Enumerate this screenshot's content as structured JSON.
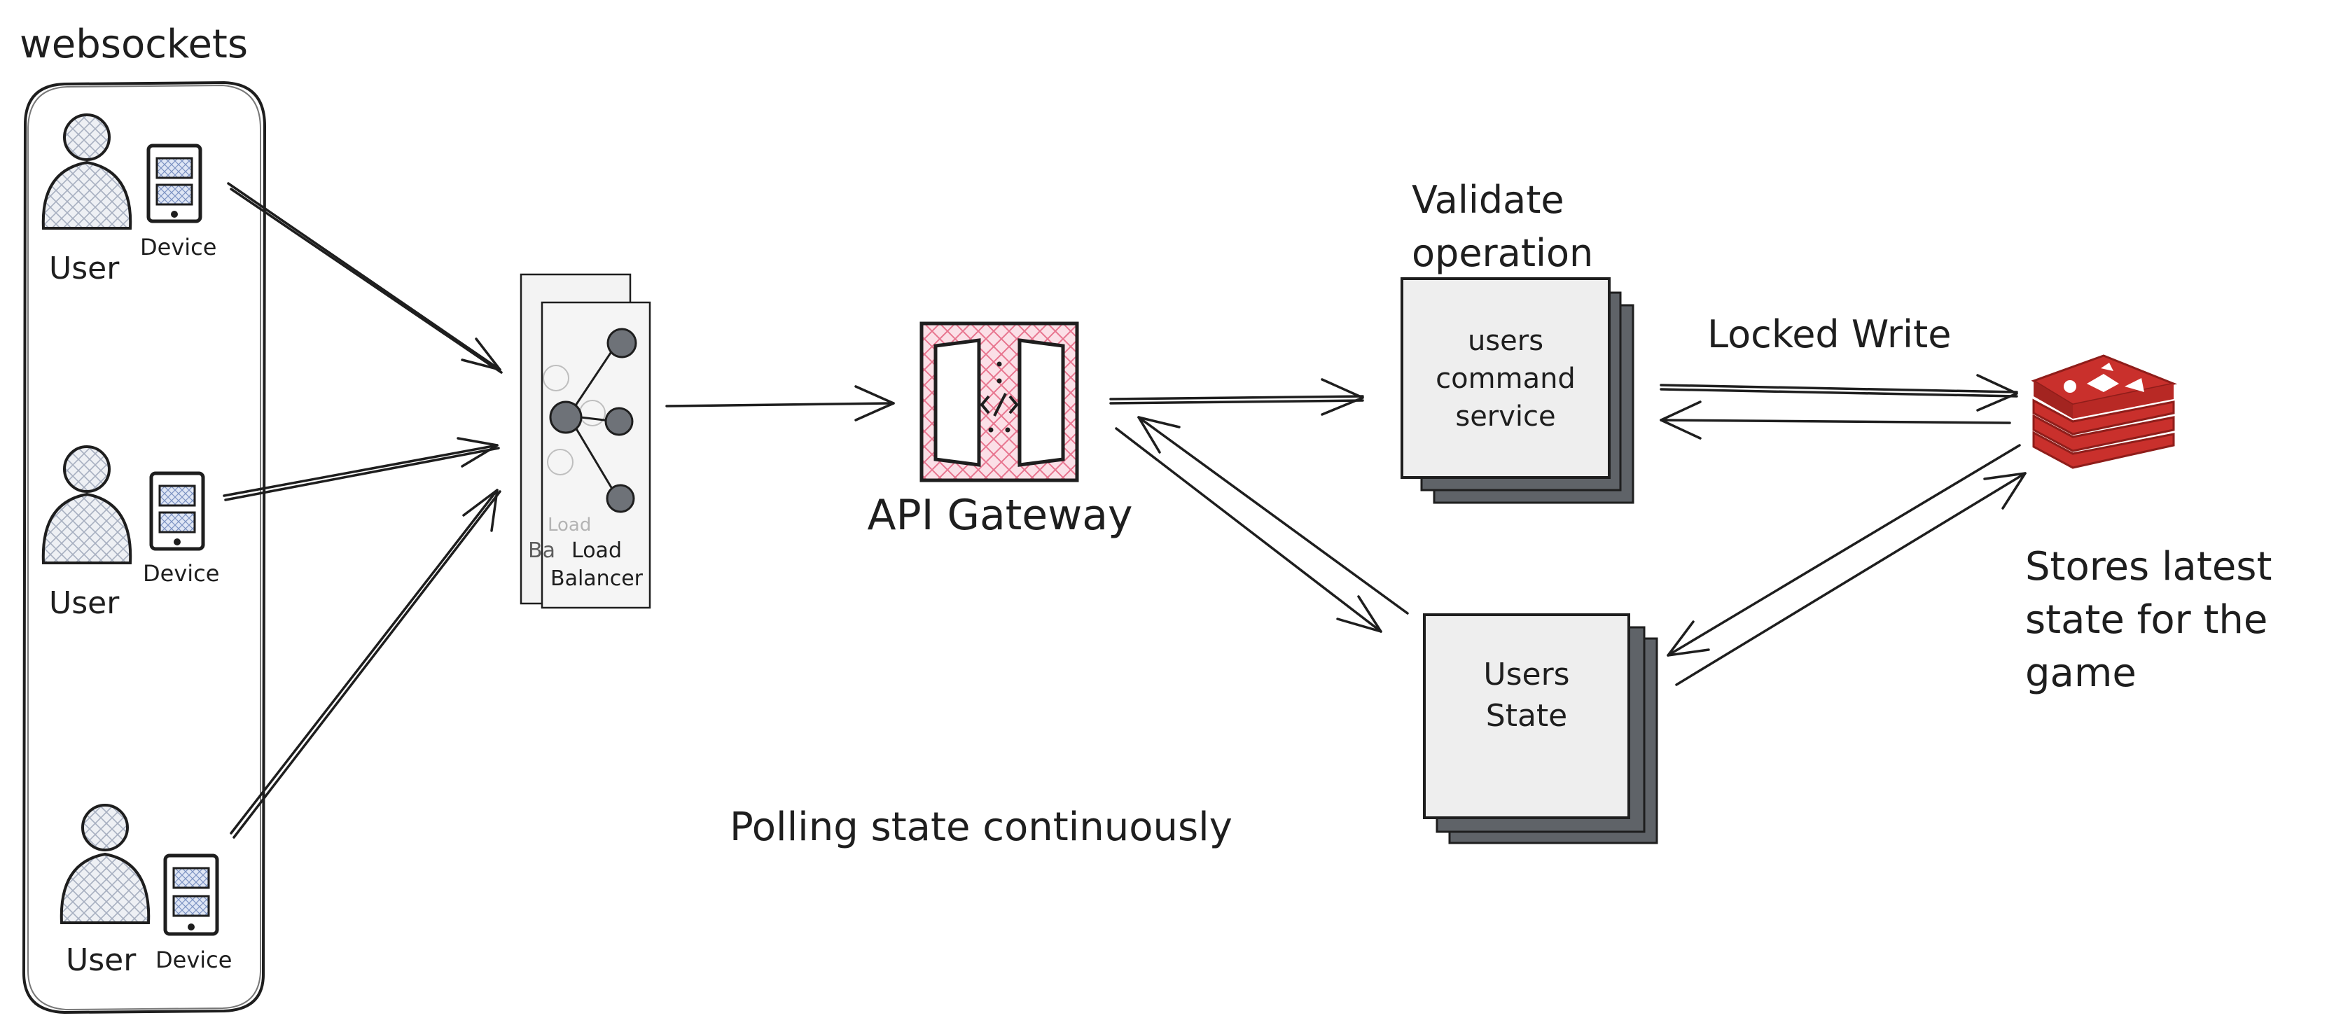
{
  "group": {
    "title": "websockets"
  },
  "clients": [
    {
      "user_label": "User",
      "device_label": "Device"
    },
    {
      "user_label": "User",
      "device_label": "Device"
    },
    {
      "user_label": "User",
      "device_label": "Device"
    }
  ],
  "load_balancer": {
    "label_line1": "Load",
    "label_line2": "Balancer",
    "ghost_line1": "Load",
    "ghost_line2": "Ba"
  },
  "api_gateway": {
    "label": "API Gateway"
  },
  "command_service": {
    "caption_line1": "Validate",
    "caption_line2": "operation",
    "line1": "users",
    "line2": "command",
    "line3": "service"
  },
  "state_service": {
    "line1": "Users",
    "line2": "State"
  },
  "cache": {
    "edge_label": "Locked Write",
    "caption_line1": "Stores latest",
    "caption_line2": "state for the",
    "caption_line3": "game"
  },
  "notes": {
    "polling": "Polling state continuously"
  },
  "colors": {
    "stroke": "#1e1e1e",
    "gateway_fill": "#f8c9d4",
    "gateway_hatch": "#e8758f",
    "redis": "#c9302c",
    "redis_dark": "#8f1d1a",
    "card_fill": "#eeeeee",
    "card_shadow": "#5f6368",
    "user_fill": "#e6e8ee"
  }
}
